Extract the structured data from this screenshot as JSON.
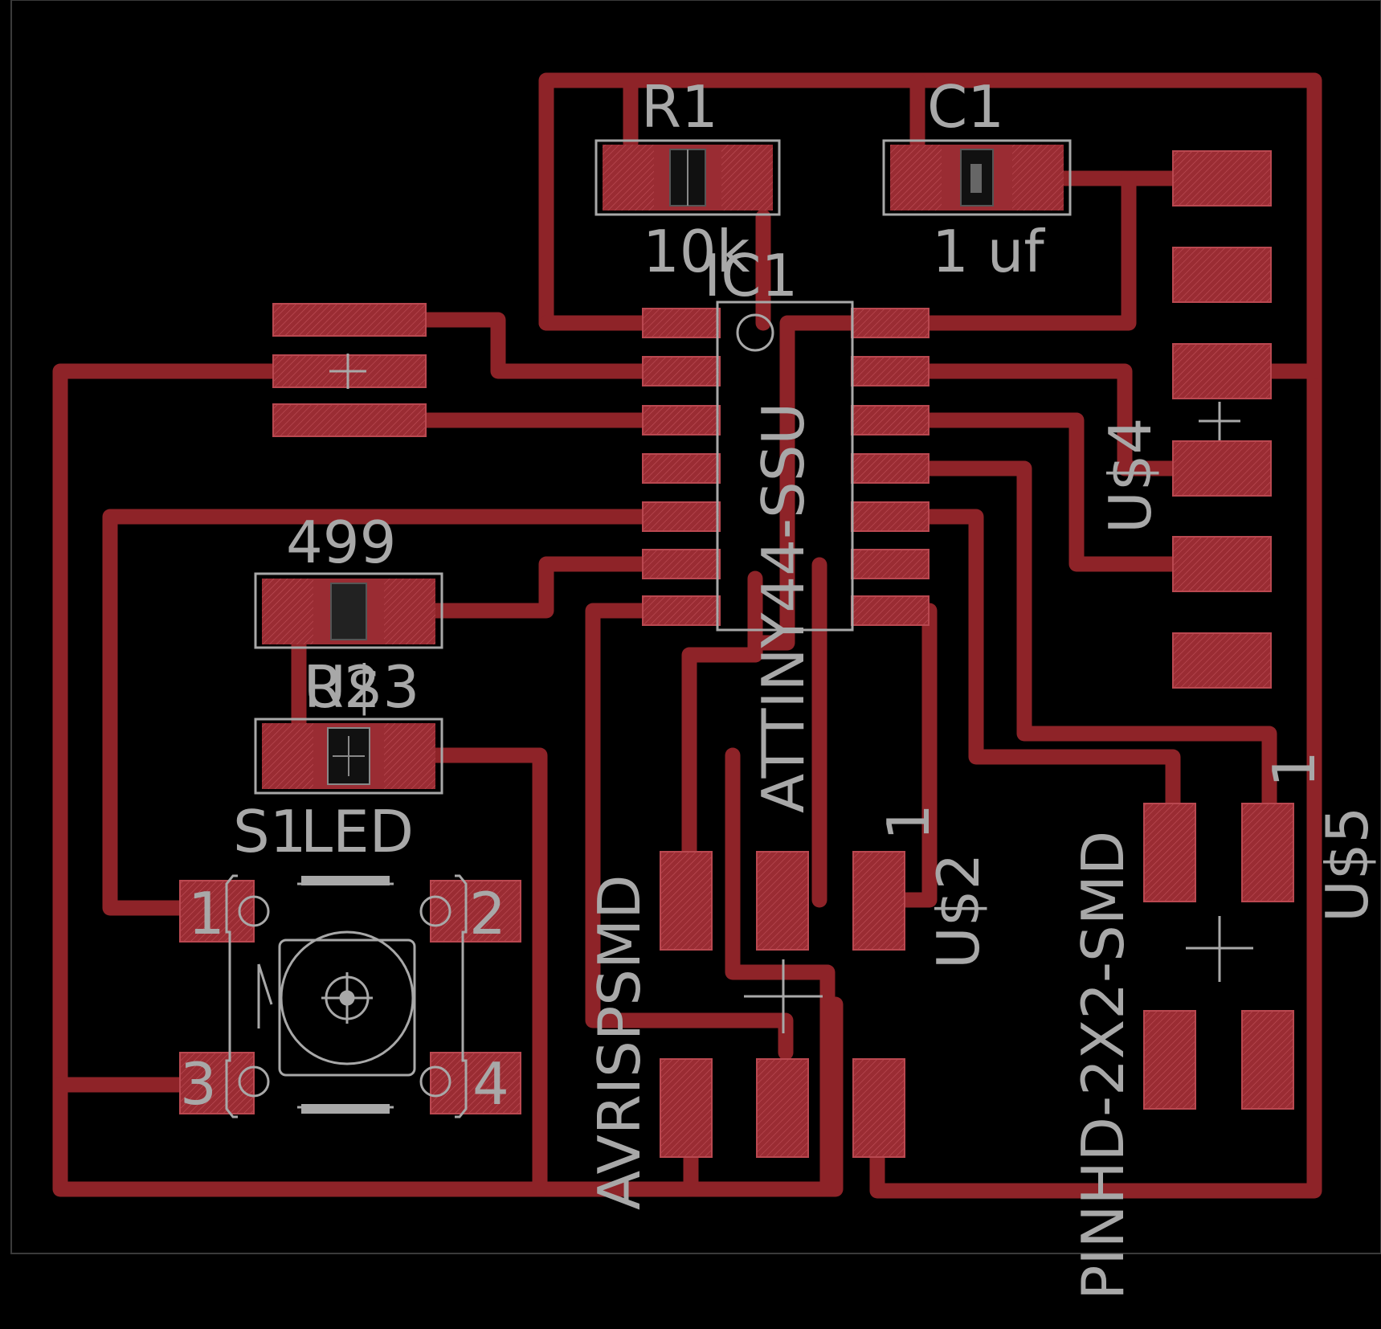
{
  "colors": {
    "background": "#000000",
    "trace": "#8e2328",
    "pad": "#9a2c33",
    "silkscreen": "#a8a8a8",
    "outline": "#3a3a3a"
  },
  "labels": {
    "r1_name": "R1",
    "r1_value": "10k",
    "c1_name": "C1",
    "c1_value": "1 uf",
    "ic1_name": "IC1",
    "ic1_part": "ATTINY44-SSU",
    "r2_value": "499",
    "r2_overlap": "R2",
    "u3_overlap": "U$3",
    "s1_name": "S1",
    "led_name": "LED",
    "switch_pin1": "1",
    "switch_pin2": "2",
    "switch_pin3": "3",
    "switch_pin4": "4",
    "avrisp_part": "AVRISPSMD",
    "u2_name": "U$2",
    "u2_pin1": "1",
    "u4_name": "U$4",
    "u5_name": "U$5",
    "u5_pin1": "1",
    "pinhd_part": "PINHD-2X2-SMD"
  }
}
